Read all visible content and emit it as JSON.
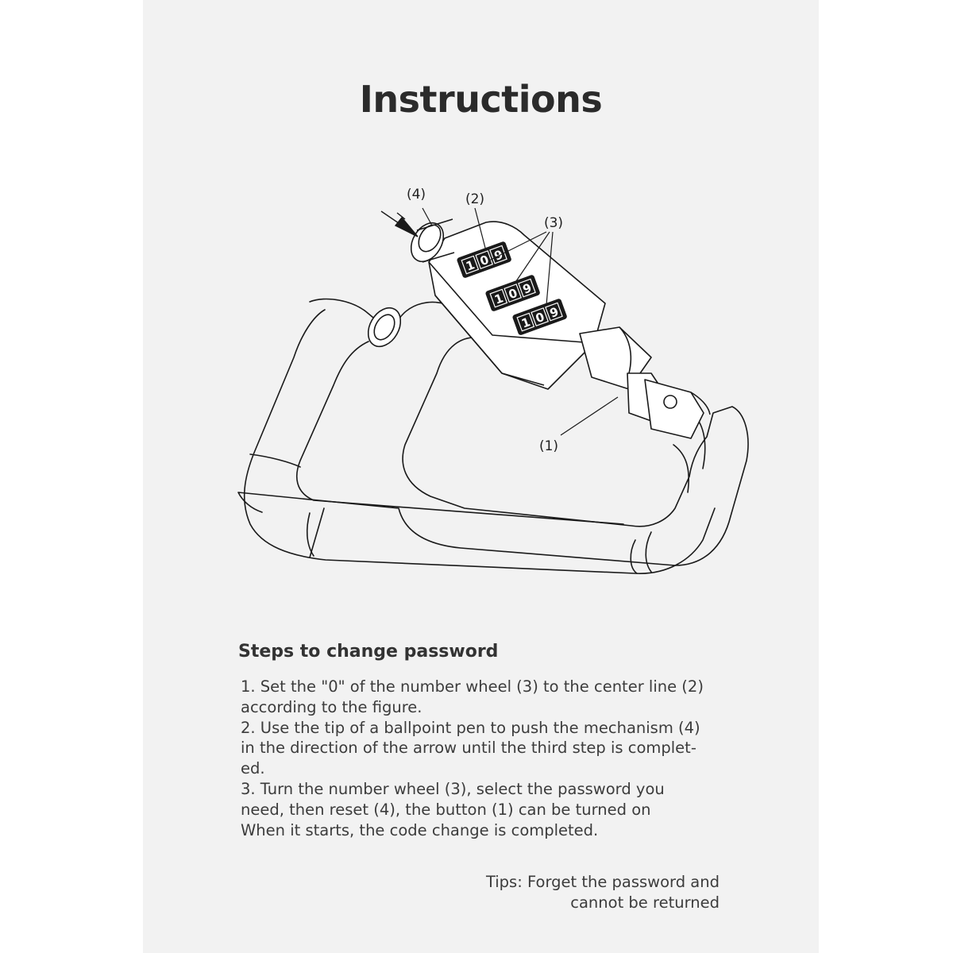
{
  "title": "Instructions",
  "figure": {
    "callouts": {
      "c1": "(1)",
      "c2": "(2)",
      "c3": "(3)",
      "c4": "(4)"
    },
    "wheel_digits": [
      "1",
      "0",
      "9"
    ]
  },
  "steps": {
    "heading": "Steps to change password",
    "lines": [
      "1. Set the \"0\" of the number wheel (3) to the center line (2)",
      "according to the figure.",
      "2. Use the tip of a ballpoint pen to push the mechanism (4)",
      "in the direction of the arrow until the third step is complet-",
      "ed.",
      "3. Turn the number wheel (3), select the password you",
      "need, then reset (4), the button (1) can be turned on",
      "When it starts, the code change is completed."
    ]
  },
  "tips": {
    "lines": [
      "Tips: Forget the password and",
      "cannot be returned"
    ]
  }
}
